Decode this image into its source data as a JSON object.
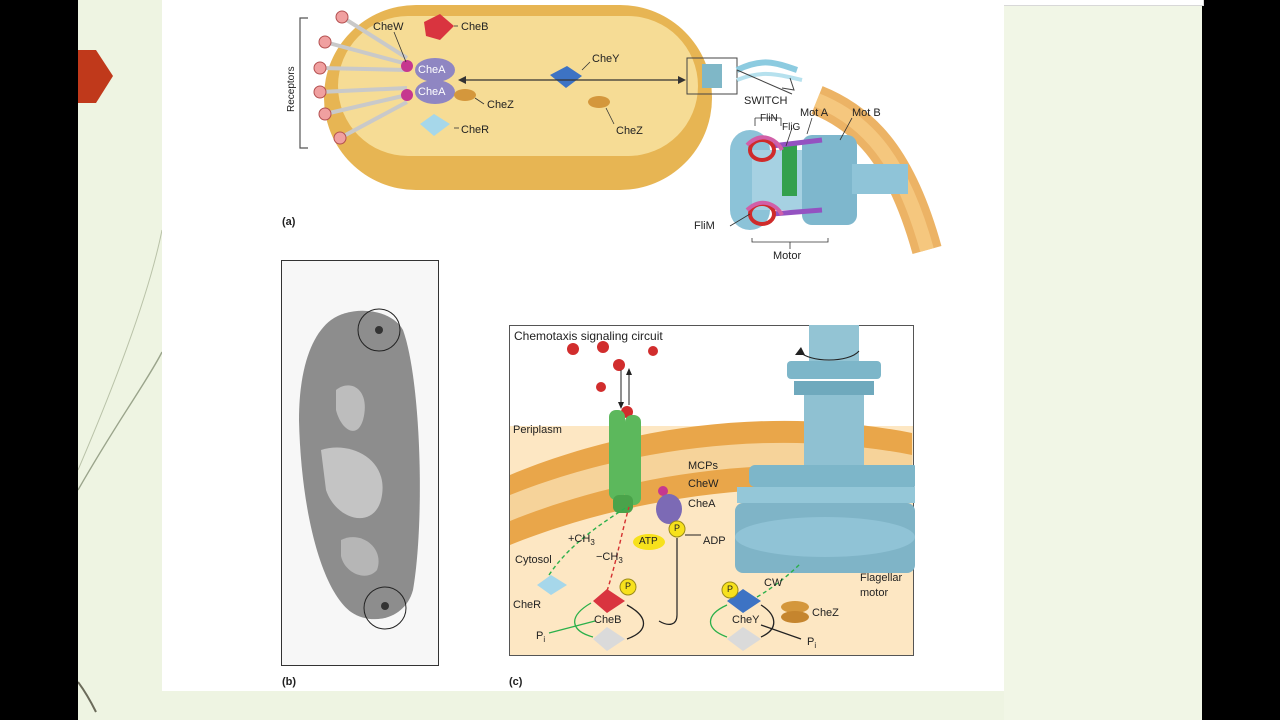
{
  "panel_a": {
    "label": "(a)",
    "receptors": "Receptors",
    "chew": "CheW",
    "cheb": "CheB",
    "chea1": "CheA",
    "chea2": "CheA",
    "chey": "CheY",
    "chez1": "CheZ",
    "chez2": "CheZ",
    "cher": "CheR",
    "switch": "SWITCH",
    "flin": "FliN",
    "flig": "FliG",
    "mota": "Mot A",
    "motb": "Mot B",
    "flim": "FliM",
    "motor": "Motor"
  },
  "panel_b": {
    "label": "(b)"
  },
  "panel_c": {
    "label": "(c)",
    "title": "Chemotaxis signaling circuit",
    "periplasm": "Periplasm",
    "mcps": "MCPs",
    "chew": "CheW",
    "chea": "CheA",
    "ch3_plus": "+CH",
    "ch3_minus": "−CH",
    "three": "3",
    "atp": "ATP",
    "adp": "ADP",
    "p": "P",
    "cytosol": "Cytosol",
    "cher": "CheR",
    "cheb": "CheB",
    "chey": "CheY",
    "chez": "CheZ",
    "cw": "CW",
    "pi": "P",
    "pi_sub": "i",
    "flagellar": "Flagellar",
    "motor": "motor"
  },
  "colors": {
    "slide_bg": "#eef4e2",
    "accent_arrow": "#c0391b",
    "cell_fill": "#f4d57e",
    "membrane": "#e9a64a"
  }
}
